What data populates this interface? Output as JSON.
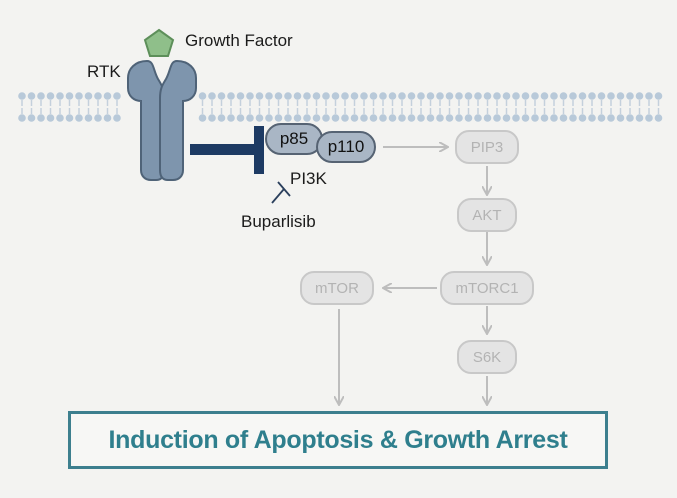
{
  "labels": {
    "growth_factor": "Growth Factor",
    "rtk": "RTK",
    "pi3k": "PI3K",
    "inhibitor": "Buparlisib"
  },
  "pi3k_subunits": {
    "p85": "p85",
    "p110": "p110"
  },
  "pathway_nodes": {
    "pip3": "PIP3",
    "akt": "AKT",
    "mtorc1": "mTORC1",
    "mtor": "mTOR",
    "s6k": "S6K"
  },
  "outcome": "Induction of Apoptosis & Growth Arrest",
  "colors": {
    "background": "#f3f3f1",
    "receptor": "#7e95ad",
    "receptor_outline": "#4f6378",
    "growth_factor": "#8fbf8a",
    "inhibition_bar": "#1d3a63",
    "membrane": "#b8c9d9",
    "pathway_gray": "#c8c8c8",
    "outcome_teal": "#2f7f8d"
  }
}
